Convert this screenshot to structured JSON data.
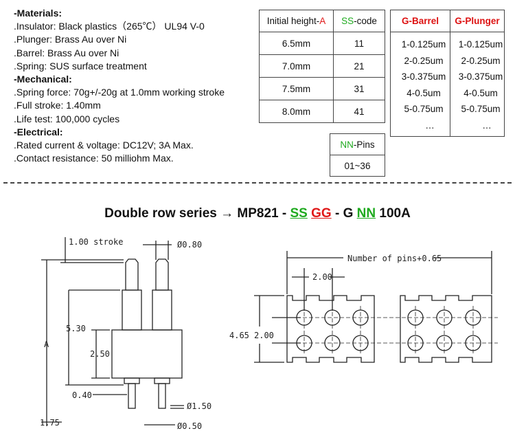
{
  "specs": {
    "materials_head": "-Materials:",
    "insulator": ".Insulator: Black plastics（265℃） UL94 V-0",
    "plunger": ".Plunger: Brass Au over Ni",
    "barrel": ".Barrel: Brass Au over Ni",
    "spring": ".Spring: SUS surface treatment",
    "mechanical_head": "-Mechanical:",
    "spring_force": ".Spring force: 70g+/-20g at 1.0mm working stroke",
    "full_stroke": ".Full stroke: 1.40mm",
    "life_test": ".Life test: 100,000 cycles",
    "electrical_head": "-Electrical:",
    "rated": ".Rated current & voltage: DC12V; 3A Max.",
    "contact": ".Contact resistance: 50 milliohm Max."
  },
  "height_table": {
    "h1_text": "Initial height-",
    "h1_accent": "A",
    "h2_accent": "SS",
    "h2_text": "-code",
    "rows": [
      {
        "height": "6.5mm",
        "code": "11"
      },
      {
        "height": "7.0mm",
        "code": "21"
      },
      {
        "height": "7.5mm",
        "code": "31"
      },
      {
        "height": "8.0mm",
        "code": "41"
      }
    ]
  },
  "plating_table": {
    "barrel_head": "G-Barrel",
    "plunger_head": "G-Plunger",
    "barrel": [
      "1-0.125um",
      "2-0.25um",
      "3-0.375um",
      "4-0.5um",
      "5-0.75um",
      "…"
    ],
    "plunger": [
      "1-0.125um",
      "2-0.25um",
      "3-0.375um",
      "4-0.5um",
      "5-0.75um",
      "…"
    ]
  },
  "pins_table": {
    "accent": "NN",
    "text": "-Pins",
    "value": "01~36"
  },
  "title": {
    "prefix": "Double row series",
    "arrow": "→",
    "part": "MP821 -",
    "ss": "SS",
    "gg": "GG",
    "g": "- G",
    "nn": "NN",
    "suffix": "100A"
  },
  "drawing": {
    "stroke": "1.00 stroke",
    "d080": "Ø0.80",
    "d530": "5.30",
    "a": "A",
    "d250": "2.50",
    "d040": "0.40",
    "d150": "Ø1.50",
    "d175": "1.75",
    "d050": "Ø0.50",
    "pins_len": "Number of pins+0.65",
    "pitch": "2.00",
    "w465": "4.65",
    "w200": "2.00"
  },
  "colors": {
    "red": "#e01919",
    "green": "#1faa1f"
  }
}
